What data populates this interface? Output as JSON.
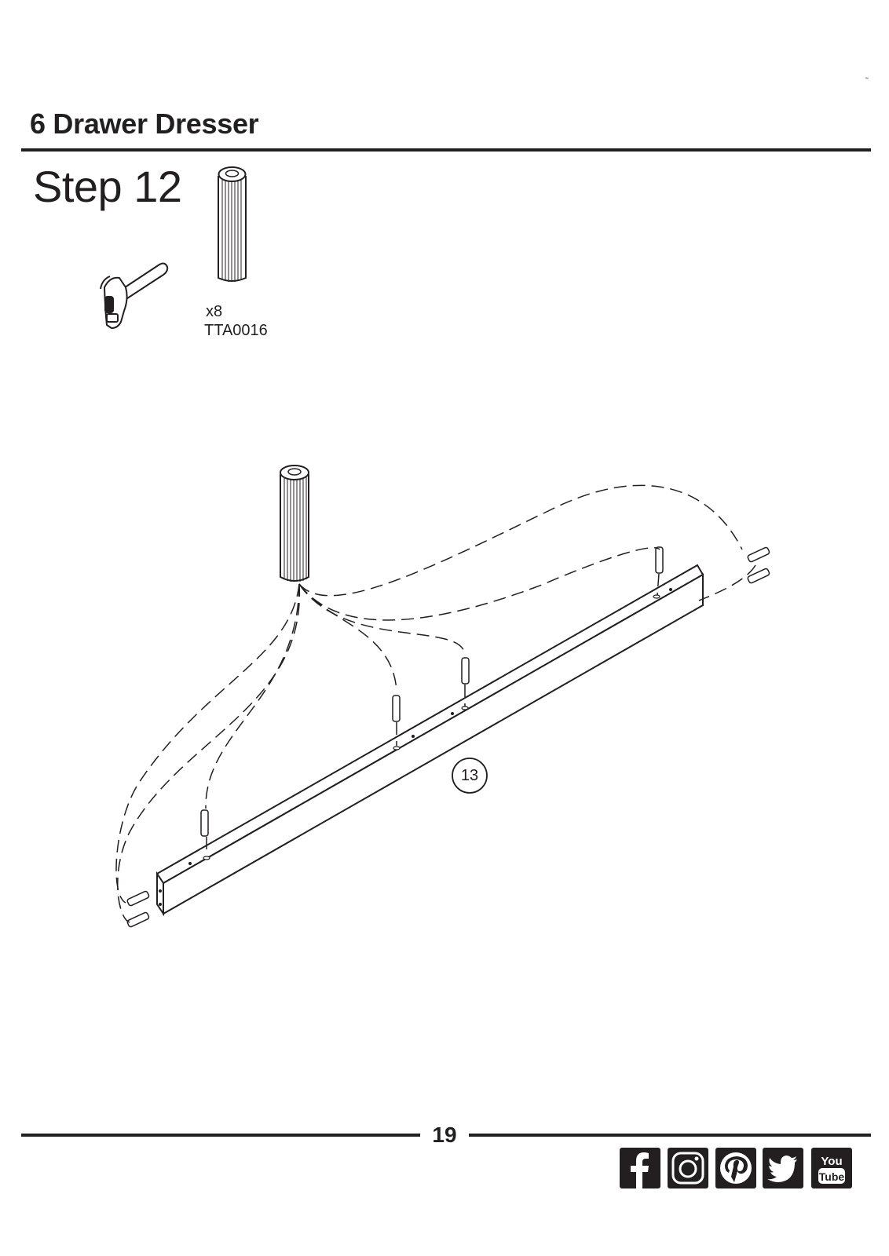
{
  "header": {
    "trademark": "™",
    "document_title": "6 Drawer Dresser"
  },
  "step": {
    "title": "Step 12",
    "tool_icon": "hammer-icon",
    "part": {
      "icon": "wooden-dowel-icon",
      "quantity": "x8",
      "code": "TTA0016"
    }
  },
  "diagram": {
    "panel_label": "13"
  },
  "footer": {
    "page_number": "19",
    "social_icons": [
      "facebook-icon",
      "instagram-icon",
      "pinterest-icon",
      "twitter-icon",
      "youtube-icon"
    ],
    "youtube_text_top": "You",
    "youtube_text_bottom": "Tube"
  },
  "colors": {
    "ink": "#231f20",
    "background": "#ffffff"
  }
}
